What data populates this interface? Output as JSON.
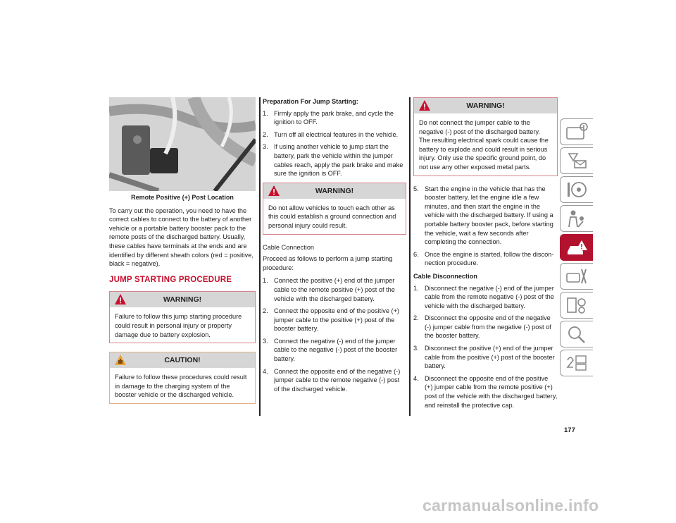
{
  "page_number": "177",
  "col1": {
    "photo_caption": "Remote Positive (+) Post Location",
    "intro": "To carry out the operation, you need to have the correct cables to connect to the battery of another vehicle or a portable battery booster pack to the remote posts of the discharged battery. Usually, these cables have terminals at the ends and are identified by different sheath colors (red = positive, black = negative).",
    "section_title": "JUMP STARTING PROCEDURE",
    "warning1": {
      "title": "WARNING!",
      "text": "Failure to follow this jump starting procedure could result in personal injury or property damage due to battery explosion."
    },
    "caution1": {
      "title": "CAUTION!",
      "text": "Failure to follow these procedures could result in damage to the charging system of the booster vehicle or the discharged vehicle."
    }
  },
  "col2": {
    "prep_title": "Preparation For Jump Starting:",
    "prep_steps": [
      {
        "n": "1.",
        "text": "Firmly apply the park brake, and cycle the ignition to OFF."
      },
      {
        "n": "2.",
        "text": "Turn off all electrical features in the vehicle."
      },
      {
        "n": "3.",
        "text": "If using another vehicle to jump start the battery, park the vehicle within the jumper cables reach, apply the park brake and make sure the ignition is OFF."
      }
    ],
    "warning2": {
      "title": "WARNING!",
      "text": "Do not allow vehicles to touch each other as this could establish a ground connection and personal injury could result."
    },
    "conn_title": "Cable Connection",
    "conn_intro": "Proceed as follows to perform a jump starting procedure:",
    "conn_steps": [
      {
        "n": "1.",
        "text": "Connect the positive (+) end of the jumper cable to the remote positive (+) post of the vehicle with the discharged battery."
      },
      {
        "n": "2.",
        "text": "Connect the opposite end of the positive (+) jumper cable to the positive (+) post of the booster battery."
      },
      {
        "n": "3.",
        "text": "Connect the negative (-) end of the jumper cable to the negative (-) post of the booster battery."
      },
      {
        "n": "4.",
        "text": "Connect the opposite end of the negative (-) jumper cable to the remote negative (-) post of the discharged vehicle."
      }
    ]
  },
  "col3": {
    "warning3": {
      "title": "WARNING!",
      "text": "Do not connect the jumper cable to the negative (-) post of the discharged battery. The resulting electrical spark could cause the battery to explode and could result in serious injury. Only use the specific ground point, do not use any other exposed metal parts."
    },
    "conn_steps_cont": [
      {
        "n": "5.",
        "text": "Start the engine in the vehicle that has the booster battery, let the engine idle a few minutes, and then start the engine in the vehicle with the discharged battery. If using a portable battery booster pack, before starting the vehicle, wait a few seconds after completing the connection."
      },
      {
        "n": "6.",
        "text": "Once the engine is started, follow the discon- nection procedure."
      }
    ],
    "disc_title": "Cable Disconnection",
    "disc_steps": [
      {
        "n": "1.",
        "text": "Disconnect the negative (-) end of the jumper cable from the remote negative (-) post of the vehicle with the discharged battery."
      },
      {
        "n": "2.",
        "text": "Disconnect the opposite end of the negative (-) jumper cable from the negative (-) post of the booster battery."
      },
      {
        "n": "3.",
        "text": "Disconnect the positive (+) end of the jumper cable from the positive (+) post of the booster battery."
      },
      {
        "n": "4.",
        "text": "Disconnect the opposite end of the positive (+) jumper cable from the remote positive (+) post of the vehicle with the discharged battery, and reinstall the protective cap."
      }
    ]
  },
  "side_tabs": [
    {
      "icon": "dashboard-info-icon",
      "active": false
    },
    {
      "icon": "warning-lights-icon",
      "active": false
    },
    {
      "icon": "steering-wheel-icon",
      "active": false
    },
    {
      "icon": "passenger-safety-icon",
      "active": false
    },
    {
      "icon": "roadside-emergency-icon",
      "active": true
    },
    {
      "icon": "service-wrench-icon",
      "active": false
    },
    {
      "icon": "specifications-gears-icon",
      "active": false
    },
    {
      "icon": "search-index-icon",
      "active": false
    },
    {
      "icon": "language-icon",
      "active": false
    }
  ],
  "colors": {
    "accent": "#c8102e",
    "warning_border": "#d8838b",
    "caution_border": "#e0b18a",
    "box_header": "#d6d6d6",
    "active_tab": "#b3122e"
  },
  "watermark": "carmanualsonline.info"
}
